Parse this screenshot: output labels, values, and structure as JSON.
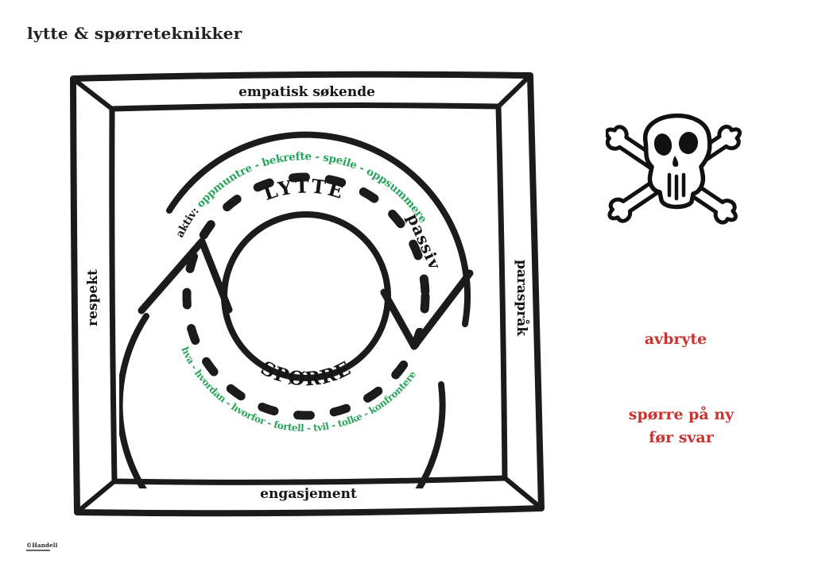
{
  "title": "lytte & spørreteknikker",
  "colors": {
    "ink": "#1b1b1b",
    "green": "#2aa45c",
    "red": "#c93330"
  },
  "frame": {
    "top": "empatisk søkende",
    "bottom": "engasjement",
    "left": "respekt",
    "right": "paraspråk"
  },
  "cycle": {
    "top_word": "LYTTE",
    "bottom_word": "SPØRRE",
    "active_label": "aktiv:",
    "active_items": "oppmuntre - bekrefte - speile - oppsummere",
    "passive_label": "passiv",
    "question_items": "hva - hvordan - hvorfor - fortell - tvil - tolke - konfrontere"
  },
  "warnings": {
    "icon": "skull-and-crossbones",
    "item1": "avbryte",
    "item2_line1": "spørre på ny",
    "item2_line2": "før svar"
  },
  "footer": {
    "logo": "©Handell"
  }
}
